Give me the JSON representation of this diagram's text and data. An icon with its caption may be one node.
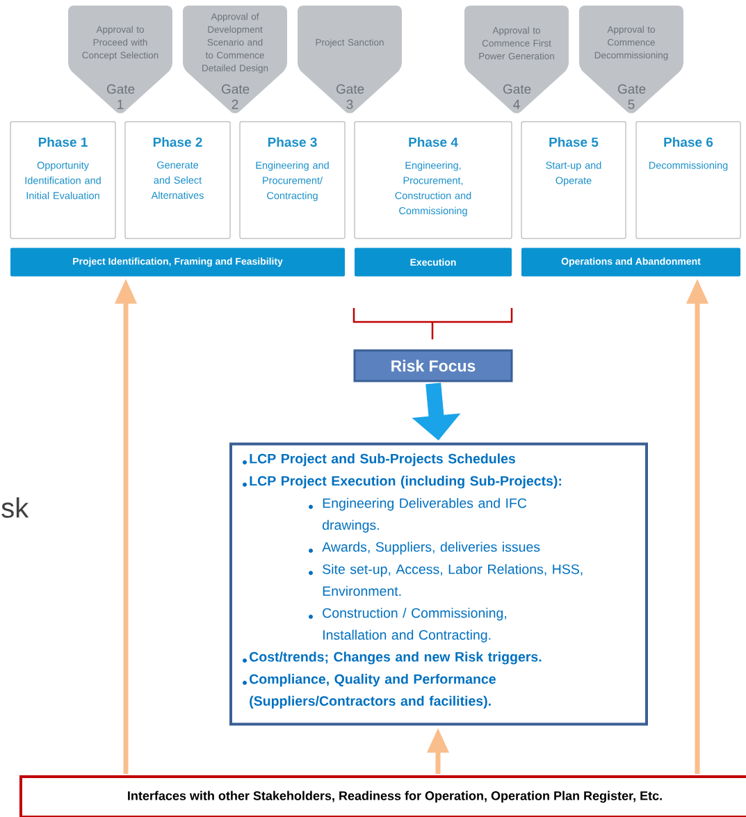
{
  "diagram": {
    "nodes": [
      {
        "text": [
          "Approval to Proceed with Concept Selection",
          "Gate 1"
        ]
      },
      {
        "text": [
          "Approval of Development Scenario and to Commence Detailed Design",
          "Gate 2"
        ]
      },
      {
        "text": [
          "Project Sanction",
          "Gate 3"
        ]
      },
      {
        "text": [
          "Approval to Commence First Power Generation",
          "Gate 4"
        ]
      },
      {
        "text": [
          "Approval to Commence Decommissioning",
          "Gate 5"
        ]
      },
      {
        "text": [
          "Phase 1",
          "Opportunity Identification and Initial Evaluation"
        ]
      },
      {
        "text": [
          "Phase 2",
          "Generate and Select Alternatives"
        ]
      },
      {
        "text": [
          "Phase 3",
          "Engineering and Procurement/ Contracting"
        ]
      },
      {
        "text": [
          "Phase 4",
          "Engineering, Procurement, Construction and Commissioning"
        ]
      },
      {
        "text": [
          "Phase 5",
          "Start-up and Operate"
        ]
      },
      {
        "text": [
          "Phase 6",
          "Decommissioning"
        ]
      },
      {
        "text": [
          "Project Identification, Framing and Feasibility"
        ]
      },
      {
        "text": [
          "Execution"
        ]
      },
      {
        "text": [
          "Operations and Abandonment"
        ]
      },
      {
        "text": [
          "Risk Focus"
        ]
      },
      {
        "text": [
          "LCP Project and Sub-Projects Schedules",
          "LCP Project Execution (including Sub-Projects):",
          "Engineering Deliverables and IFC drawings.",
          "Awards, Suppliers, deliveries issues",
          "Site set-up, Access, Labor Relations, HSS, Environment.",
          "Construction / Commissioning, Installation and Contracting.",
          "Cost/trends; Changes and new Risk triggers.",
          "Compliance, Quality and Performance (Suppliers/Contractors and facilities)."
        ]
      },
      {
        "text": [
          "Interfaces with other Stakeholders, Readiness for Operation, Operation Plan Register, Etc."
        ]
      }
    ],
    "edges": [
      {
        "from": 16,
        "to": 11,
        "arrow": "to"
      },
      {
        "from": 16,
        "to": 13,
        "arrow": "to"
      },
      {
        "from": 16,
        "to": 15,
        "arrow": "to"
      },
      {
        "from": 14,
        "to": 15,
        "arrow": "to",
        "style": "thick",
        "color": "#1aa3e8"
      }
    ],
    "labels": [
      "sk"
    ]
  }
}
